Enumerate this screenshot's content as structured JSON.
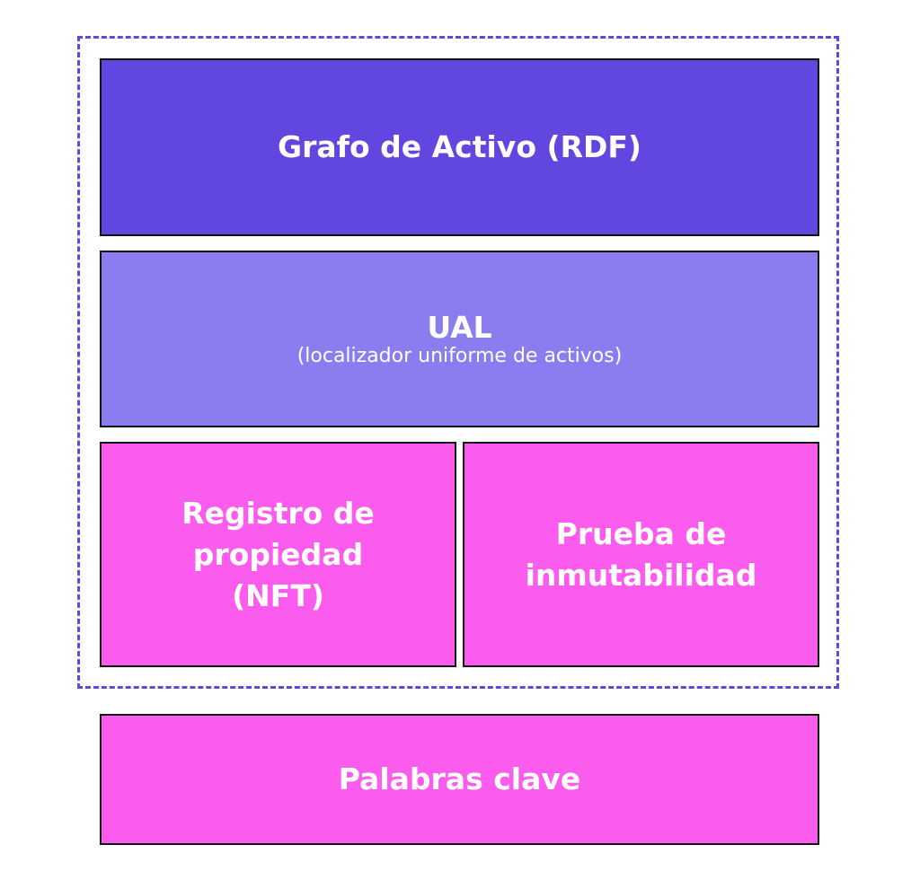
{
  "colors": {
    "frame": "#5f47e0",
    "asset_graph": "#6246e0",
    "ual": "#8b7cf0",
    "pink": "#fb5ced",
    "border": "#111111",
    "text": "#ffffff"
  },
  "blocks": {
    "asset_graph": {
      "title": "Grafo de Activo (RDF)"
    },
    "ual": {
      "title": "UAL",
      "subtitle": "(localizador uniforme de activos)"
    },
    "ownership": {
      "line1": "Registro de",
      "line2": "propiedad",
      "line3": "(NFT)"
    },
    "immutability": {
      "line1": "Prueba de",
      "line2": "inmutabilidad"
    },
    "keywords": {
      "title": "Palabras clave"
    }
  }
}
